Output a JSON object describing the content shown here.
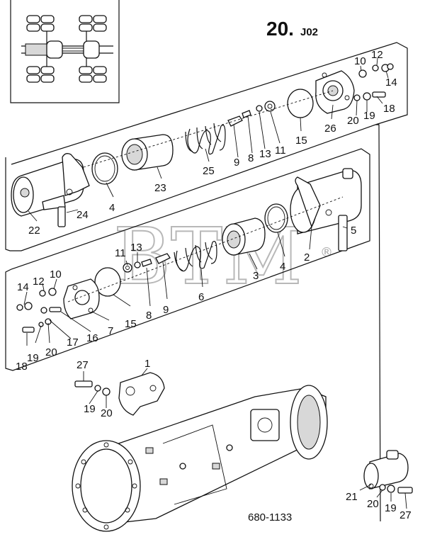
{
  "header": {
    "page_number": "20.",
    "page_suffix": "J02",
    "drawing_number": "680-1133"
  },
  "watermark": {
    "text": "BTM",
    "registered_mark": "®"
  },
  "callouts": {
    "p10_top": "10",
    "p12_top": "12",
    "p14_top": "14",
    "p18_top": "18",
    "p19_top": "19",
    "p20_top": "20",
    "p26": "26",
    "p15_top": "15",
    "p11_top": "11",
    "p13_top": "13",
    "p8_top": "8",
    "p9_top": "9",
    "p25": "25",
    "p23": "23",
    "p4_top": "4",
    "p24": "24",
    "p22": "22",
    "p5": "5",
    "p2": "2",
    "p4_mid": "4",
    "p3": "3",
    "p6": "6",
    "p11_mid": "11",
    "p13_mid": "13",
    "p8_mid": "8",
    "p9_mid": "9",
    "p15_mid": "15",
    "p7": "7",
    "p16": "16",
    "p17": "17",
    "p12_left": "12",
    "p10_left": "10",
    "p14_left": "14",
    "p18_left": "18",
    "p19_left": "19",
    "p20_left": "20",
    "p27_left": "27",
    "p1": "1",
    "p19_low": "19",
    "p20_low": "20",
    "p21": "21",
    "p20_right": "20",
    "p19_right": "19",
    "p27_right": "27"
  }
}
